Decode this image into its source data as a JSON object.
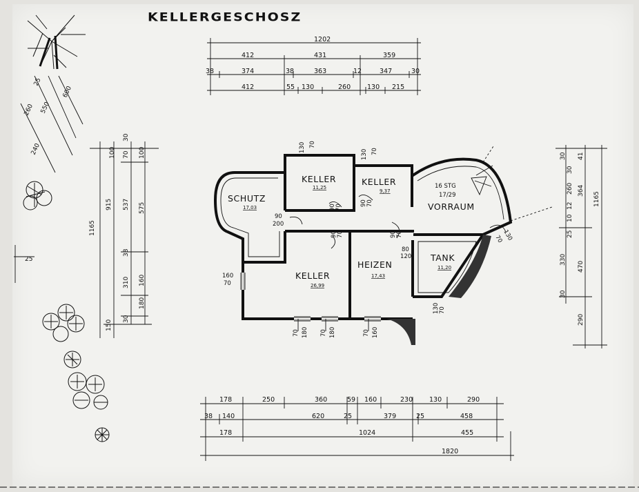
{
  "title": "KELLERGESCHOSZ",
  "rooms": {
    "schutz": {
      "name": "SCHUTZ",
      "area": "17,03"
    },
    "keller1": {
      "name": "KELLER",
      "area": "11,25"
    },
    "keller2": {
      "name": "KELLER",
      "area": "9,37"
    },
    "stairs": {
      "count": "16 STG",
      "ratio": "17/29"
    },
    "vorraum": {
      "name": "VORRAUM"
    },
    "keller3": {
      "name": "KELLER",
      "area": "26,99"
    },
    "heizen": {
      "name": "HEIZEN",
      "area": "17,43"
    },
    "tank": {
      "name": "TANK",
      "area": "11,20"
    }
  },
  "top_dims": {
    "total": "1202",
    "row1": [
      "412",
      "431",
      "359"
    ],
    "row2": [
      "38",
      "374",
      "38",
      "363",
      "12",
      "347",
      "30"
    ],
    "row3": [
      "412",
      "55",
      "130",
      "260",
      "130",
      "215"
    ]
  },
  "bottom_dims": {
    "row1": [
      "178",
      "250",
      "360",
      "59",
      "160",
      "230",
      "130",
      "290"
    ],
    "row2": [
      "38",
      "140",
      "620",
      "25",
      "379",
      "25",
      "458"
    ],
    "row3": [
      "178",
      "1024",
      "455"
    ],
    "total": "1820"
  },
  "left_dims": {
    "total": "1165",
    "col1": [
      "150"
    ],
    "col2": [
      "915",
      "30"
    ],
    "col3": [
      "30",
      "537",
      "38",
      "310",
      "180",
      "100",
      "70"
    ],
    "col4": [
      "100",
      "575",
      "160"
    ]
  },
  "right_dims": {
    "total": "1165",
    "col1": [
      "30",
      "330",
      "30"
    ],
    "col2": [
      "30",
      "260",
      "12",
      "10",
      "25"
    ],
    "col3": [
      "41",
      "364",
      "470",
      "290"
    ]
  },
  "diag_dims": [
    "260",
    "240",
    "550",
    "25",
    "600"
  ],
  "side_dim": "25",
  "openings": {
    "top1": [
      "130",
      "70"
    ],
    "top2": [
      "130",
      "70"
    ],
    "door_schutz": [
      "90",
      "200"
    ],
    "door_k1": [
      "90",
      "70"
    ],
    "door_k2": [
      "90",
      "70"
    ],
    "door_mid1": [
      "90",
      "70"
    ],
    "door_mid2": [
      "90",
      "70"
    ],
    "door_tank": [
      "80",
      "120"
    ],
    "window_left": [
      "160",
      "70"
    ],
    "window_vorraum": [
      "130",
      "70"
    ],
    "window_tank": [
      "130",
      "70"
    ],
    "bottom_w1": [
      "70",
      "180"
    ],
    "bottom_w2": [
      "70",
      "180"
    ],
    "bottom_w3": [
      "70",
      "160"
    ]
  }
}
